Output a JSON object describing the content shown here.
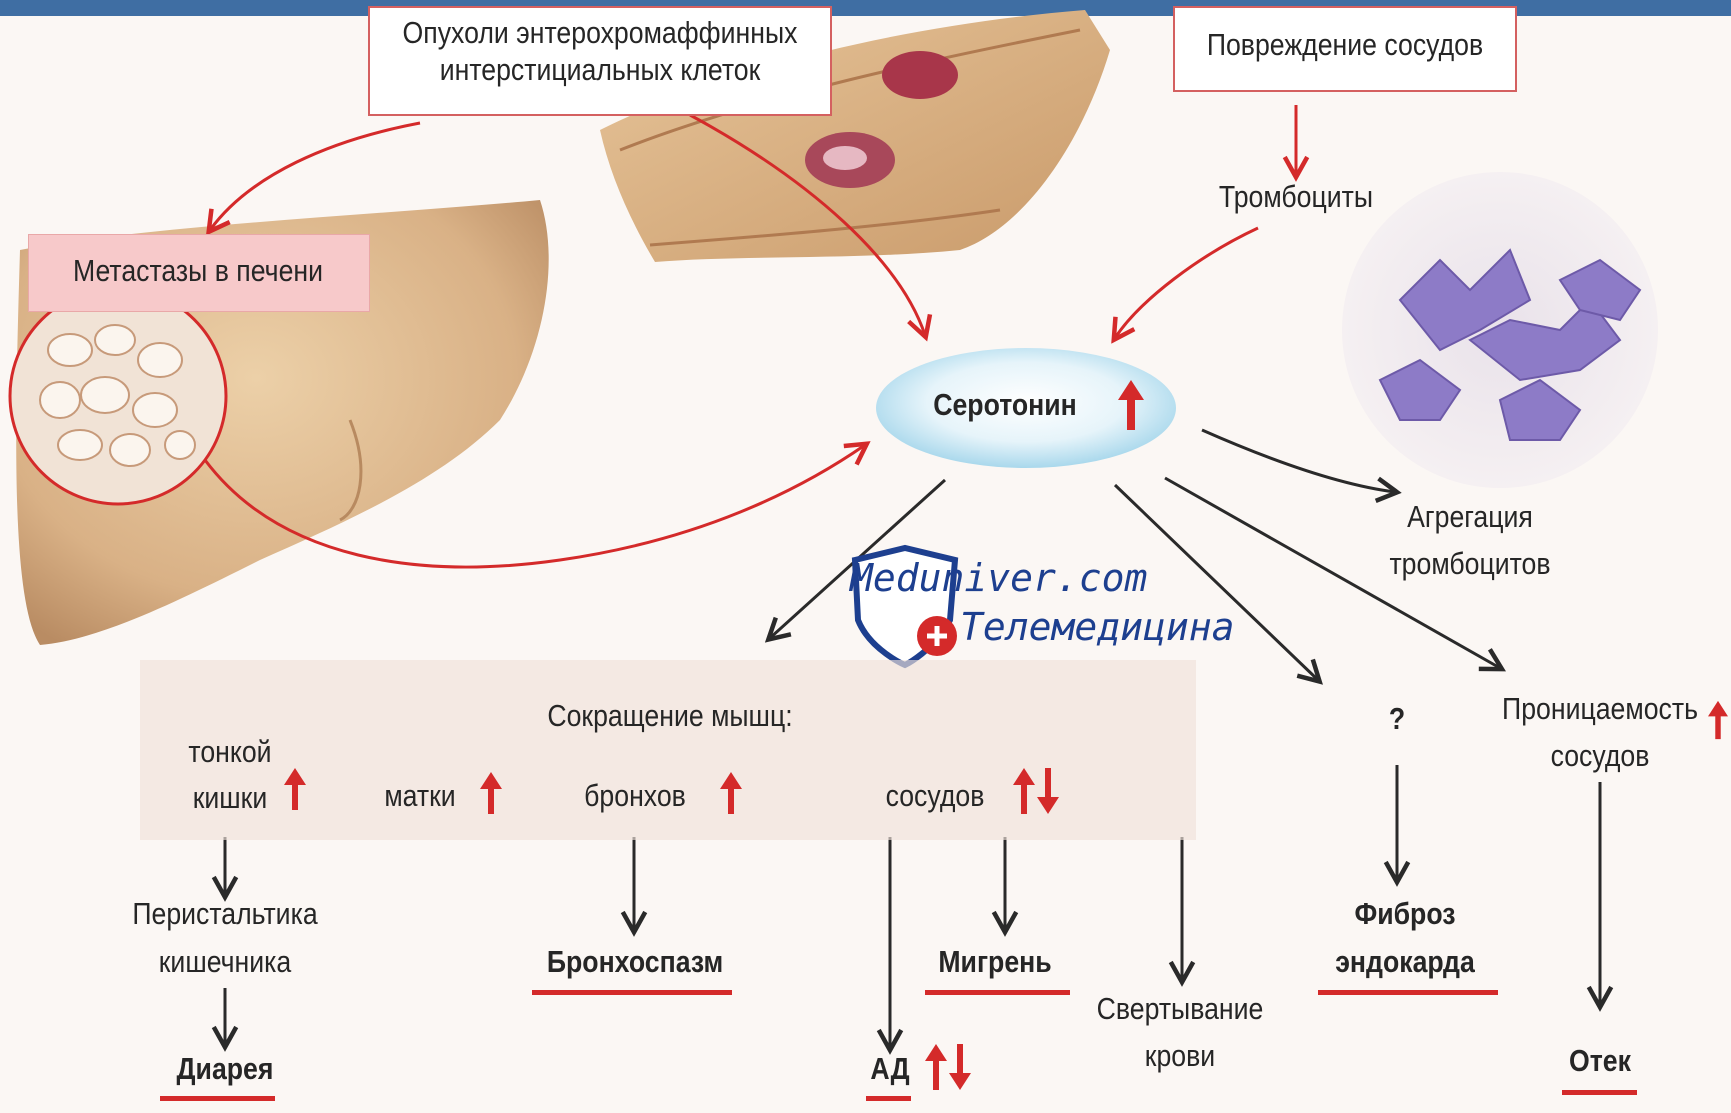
{
  "top_box": {
    "line1": "Опухоли энтерохромаффинных",
    "line2": "интерстициальных клеток"
  },
  "vessel_damage": "Повреждение сосудов",
  "platelets": "Тромбоциты",
  "liver_metastases": "Метастазы в печени",
  "serotonin": "Серотонин",
  "aggregation": {
    "line1": "Агрегация",
    "line2": "тромбоцитов"
  },
  "watermark": {
    "line1": "Meduniver.com",
    "line2": "Телемедицина"
  },
  "muscle_contraction": {
    "title": "Сокращение мышц:",
    "small_intestine_line1": "тонкой",
    "small_intestine_line2": "кишки",
    "uterus": "матки",
    "bronchi": "бронхов",
    "vessels": "сосудов"
  },
  "question": "?",
  "permeability": {
    "line1": "Проницаемость",
    "line2": "сосудов"
  },
  "peristalsis": {
    "line1": "Перистальтика",
    "line2": "кишечника"
  },
  "bronchospasm": "Бронхоспазм",
  "migraine": "Мигрень",
  "clotting": {
    "line1": "Свертывание",
    "line2": "крови"
  },
  "fibrosis": {
    "line1": "Фиброз",
    "line2": "эндокарда"
  },
  "diarrhea": "Диарея",
  "bp": "АД",
  "edema": "Отек",
  "colors": {
    "accent_red": "#d42a2a",
    "arrow_dark": "#2a2a2a",
    "header_blue": "#3f6ea3"
  }
}
